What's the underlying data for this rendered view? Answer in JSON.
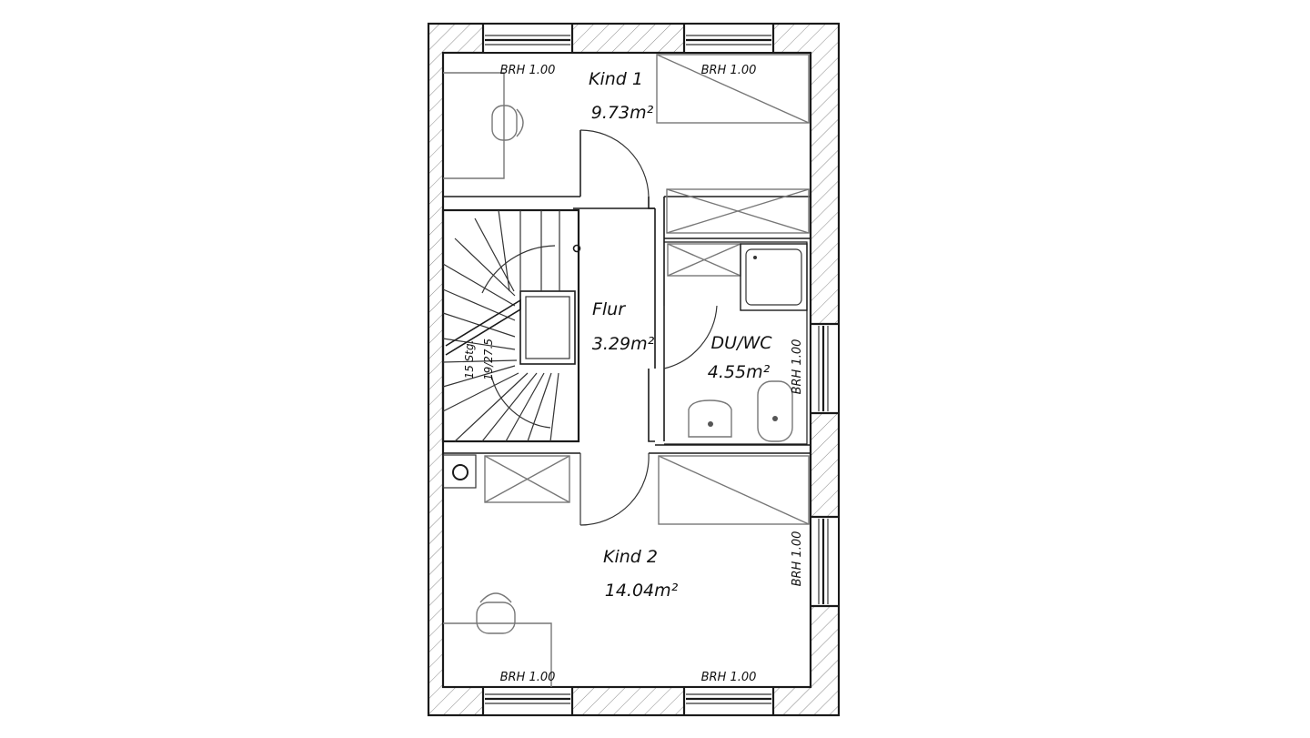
{
  "rooms": {
    "kind1": {
      "name": "Kind 1",
      "area": "9.73m²"
    },
    "flur": {
      "name": "Flur",
      "area": "3.29m²"
    },
    "duwc": {
      "name": "DU/WC",
      "area": "4.55m²"
    },
    "kind2": {
      "name": "Kind 2",
      "area": "14.04m²"
    }
  },
  "windows": {
    "top_left": "BRH 1.00",
    "top_right": "BRH 1.00",
    "right_bath": "BRH 1.00",
    "right_kind2": "BRH 1.00",
    "bottom_left": "BRH 1.00",
    "bottom_right": "BRH 1.00"
  },
  "stair": {
    "steps": "15 Stg.",
    "rise_run": "19/27.5"
  }
}
